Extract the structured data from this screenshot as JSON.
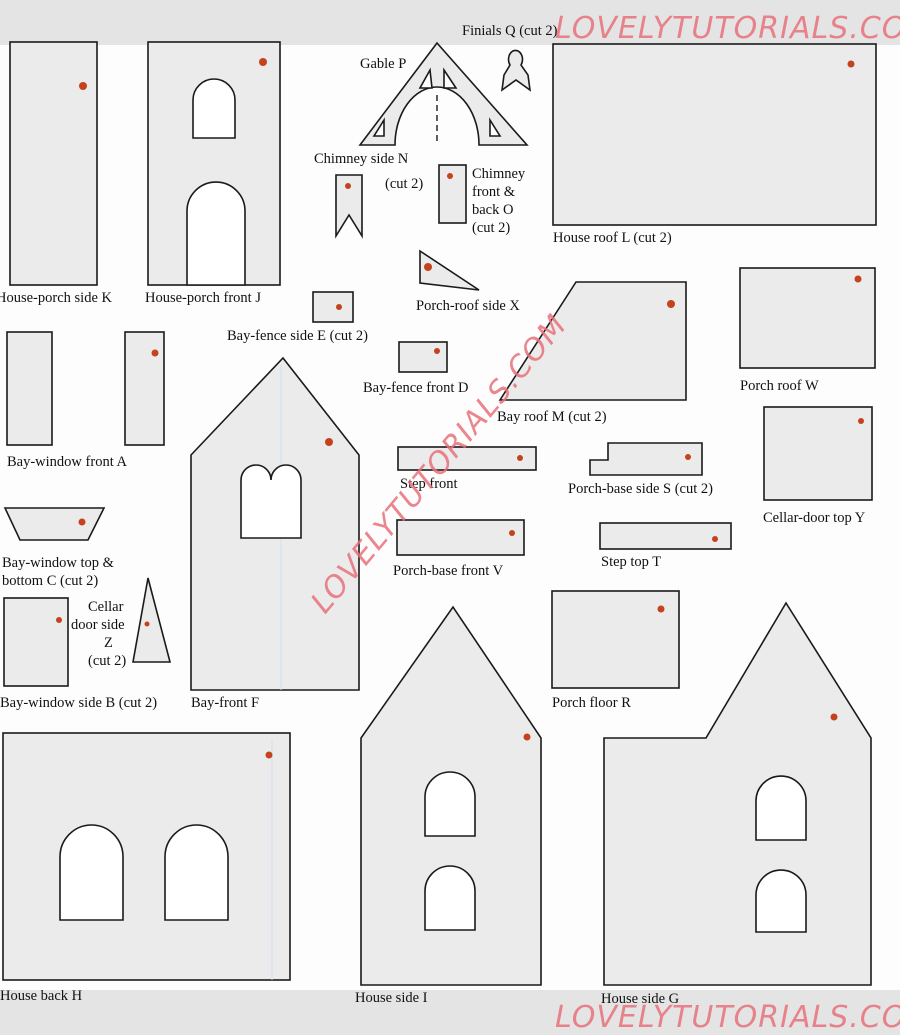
{
  "watermark": "LOVELYTUTORIALS.COM",
  "colors": {
    "piece_fill": "#ebebeb",
    "outline": "#1a1a1a",
    "watermark": "#e8707a",
    "band": "#e4e4e4"
  },
  "pieces": {
    "K": "House-porch side K",
    "J": "House-porch front J",
    "P": "Gable P",
    "Q": "Finials Q (cut 2)",
    "L": "House roof L (cut 2)",
    "N": "Chimney side N",
    "N_cut": "(cut 2)",
    "O": [
      "Chimney",
      "front &",
      "back O",
      "(cut 2)"
    ],
    "X": "Porch-roof side X",
    "E": "Bay-fence side E (cut 2)",
    "D": "Bay-fence front D",
    "M": "Bay roof M (cut 2)",
    "W": "Porch roof W",
    "A": "Bay-window front A",
    "F": "Bay-front F",
    "step_front": "Step front",
    "S": "Porch-base side S (cut 2)",
    "Y": "Cellar-door top Y",
    "C": [
      "Bay-window top &",
      "bottom C (cut 2)"
    ],
    "Z": [
      "Cellar",
      "door side",
      "Z",
      "(cut 2)"
    ],
    "B": "Bay-window side B (cut 2)",
    "V": "Porch-base front V",
    "T": "Step top T",
    "R": "Porch floor R",
    "H": "House back H",
    "I": "House side I",
    "G": "House side G"
  }
}
